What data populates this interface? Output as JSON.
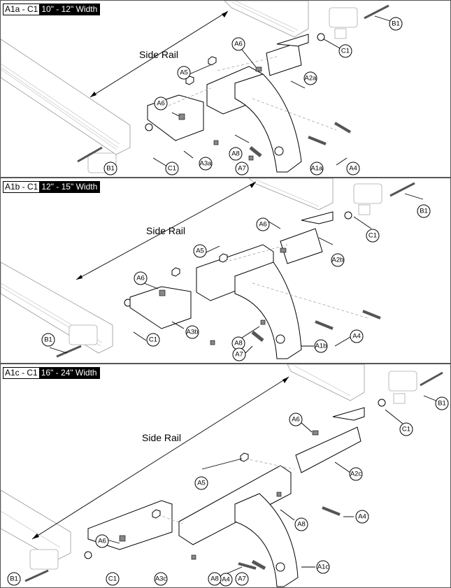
{
  "panels": [
    {
      "code": "A1a - C1",
      "width_label": "10\" - 12\" Width",
      "side_rail_label": "Side Rail",
      "callouts": [
        "B1",
        "C1",
        "A6",
        "A5",
        "A2a",
        "A6",
        "A3a",
        "C1",
        "A8",
        "A4",
        "B1",
        "A7",
        "A1a"
      ]
    },
    {
      "code": "A1b - C1",
      "width_label": "12\" - 15\" Width",
      "side_rail_label": "Side Rail",
      "callouts": [
        "B1",
        "A6",
        "C1",
        "A5",
        "A2b",
        "A6",
        "A3b",
        "A1b",
        "C1",
        "A8",
        "A4",
        "B1",
        "A7"
      ]
    },
    {
      "code": "A1c - C1",
      "width_label": "16\" - 24\" Width",
      "side_rail_label": "Side Rail",
      "callouts": [
        "B1",
        "A6",
        "C1",
        "A5",
        "A2c",
        "A4",
        "A8",
        "A6",
        "A1c",
        "A3c",
        "A4",
        "C1",
        "A8",
        "A7",
        "B1"
      ]
    }
  ]
}
